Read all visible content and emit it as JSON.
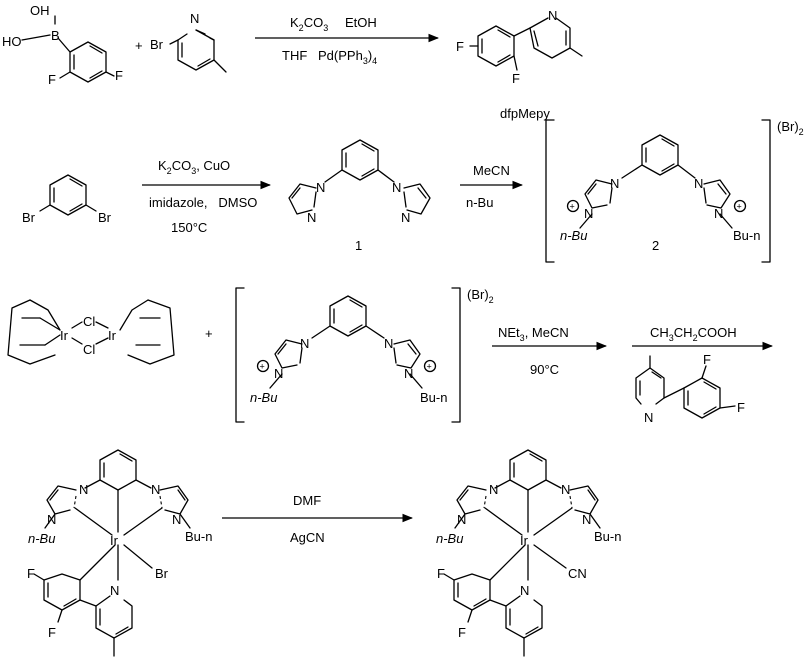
{
  "step1": {
    "reagents_above": [
      "K2CO3",
      "EtOH"
    ],
    "reagents_below": [
      "THF",
      "Pd(PPh3)4"
    ],
    "product_label": "dfpMepy",
    "plus": "+"
  },
  "step2": {
    "reagents_above": "K2CO3,   CuO",
    "reagents_middle": "imidazole,   DMSO",
    "reagents_below": "150°C",
    "product_label": "1"
  },
  "step3": {
    "reagents_above": "MeCN",
    "reagents_below": "n-Bu",
    "product_label": "2",
    "counterion": "(Br)2"
  },
  "step4": {
    "plus": "+",
    "counterion": "(Br)2",
    "reagents_above": "NEt3,   MeCN",
    "reagents_below": "90°C"
  },
  "step5": {
    "reagents_above": "CH3CH2COOH"
  },
  "step6": {
    "reagents_above": "DMF",
    "reagents_below": "AgCN"
  },
  "atoms": {
    "B": "B",
    "OH": "OH",
    "HO": "HO",
    "F": "F",
    "Br": "Br",
    "N": "N",
    "Cl": "Cl",
    "Ir": "Ir",
    "nBu": "n-Bu",
    "Bun": "Bu-n",
    "CN": "CN",
    "plus_charge": "+"
  },
  "colors": {
    "ink": "#000000",
    "background": "#ffffff"
  }
}
